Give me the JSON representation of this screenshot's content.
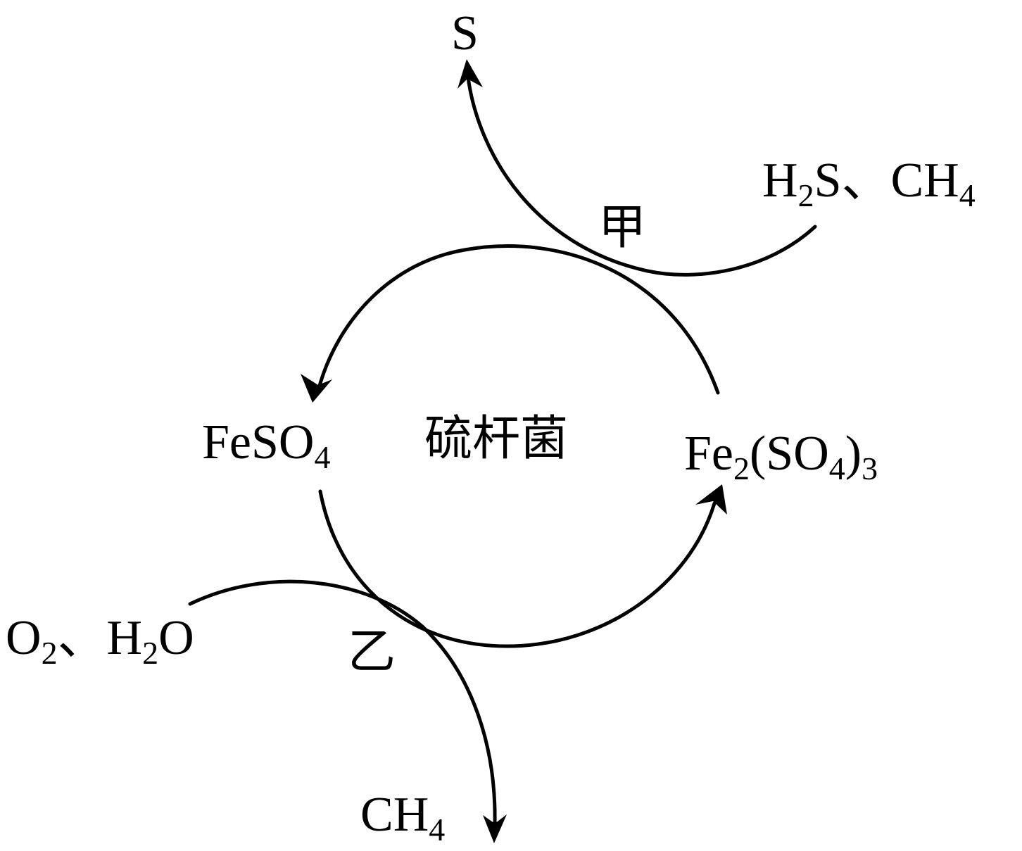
{
  "labels": {
    "s_product": "S",
    "reactants_top": {
      "part1": "H",
      "sub1": "2",
      "part2": "S、CH",
      "sub2": "4"
    },
    "jia": "甲",
    "feso4": {
      "main": "FeSO",
      "sub": "4"
    },
    "bacteria": "硫杆菌",
    "fe2so43": {
      "p1": "Fe",
      "s1": "2",
      "p2": "(SO",
      "s2": "4",
      "p3": ")",
      "s3": "3"
    },
    "reactants_bottom": {
      "p1": "O",
      "s1": "2",
      "p2": "、H",
      "s2": "2",
      "p3": "O"
    },
    "yi": "乙",
    "ch4_bottom": {
      "main": "CH",
      "sub": "4"
    }
  },
  "colors": {
    "ink": "#000000"
  }
}
